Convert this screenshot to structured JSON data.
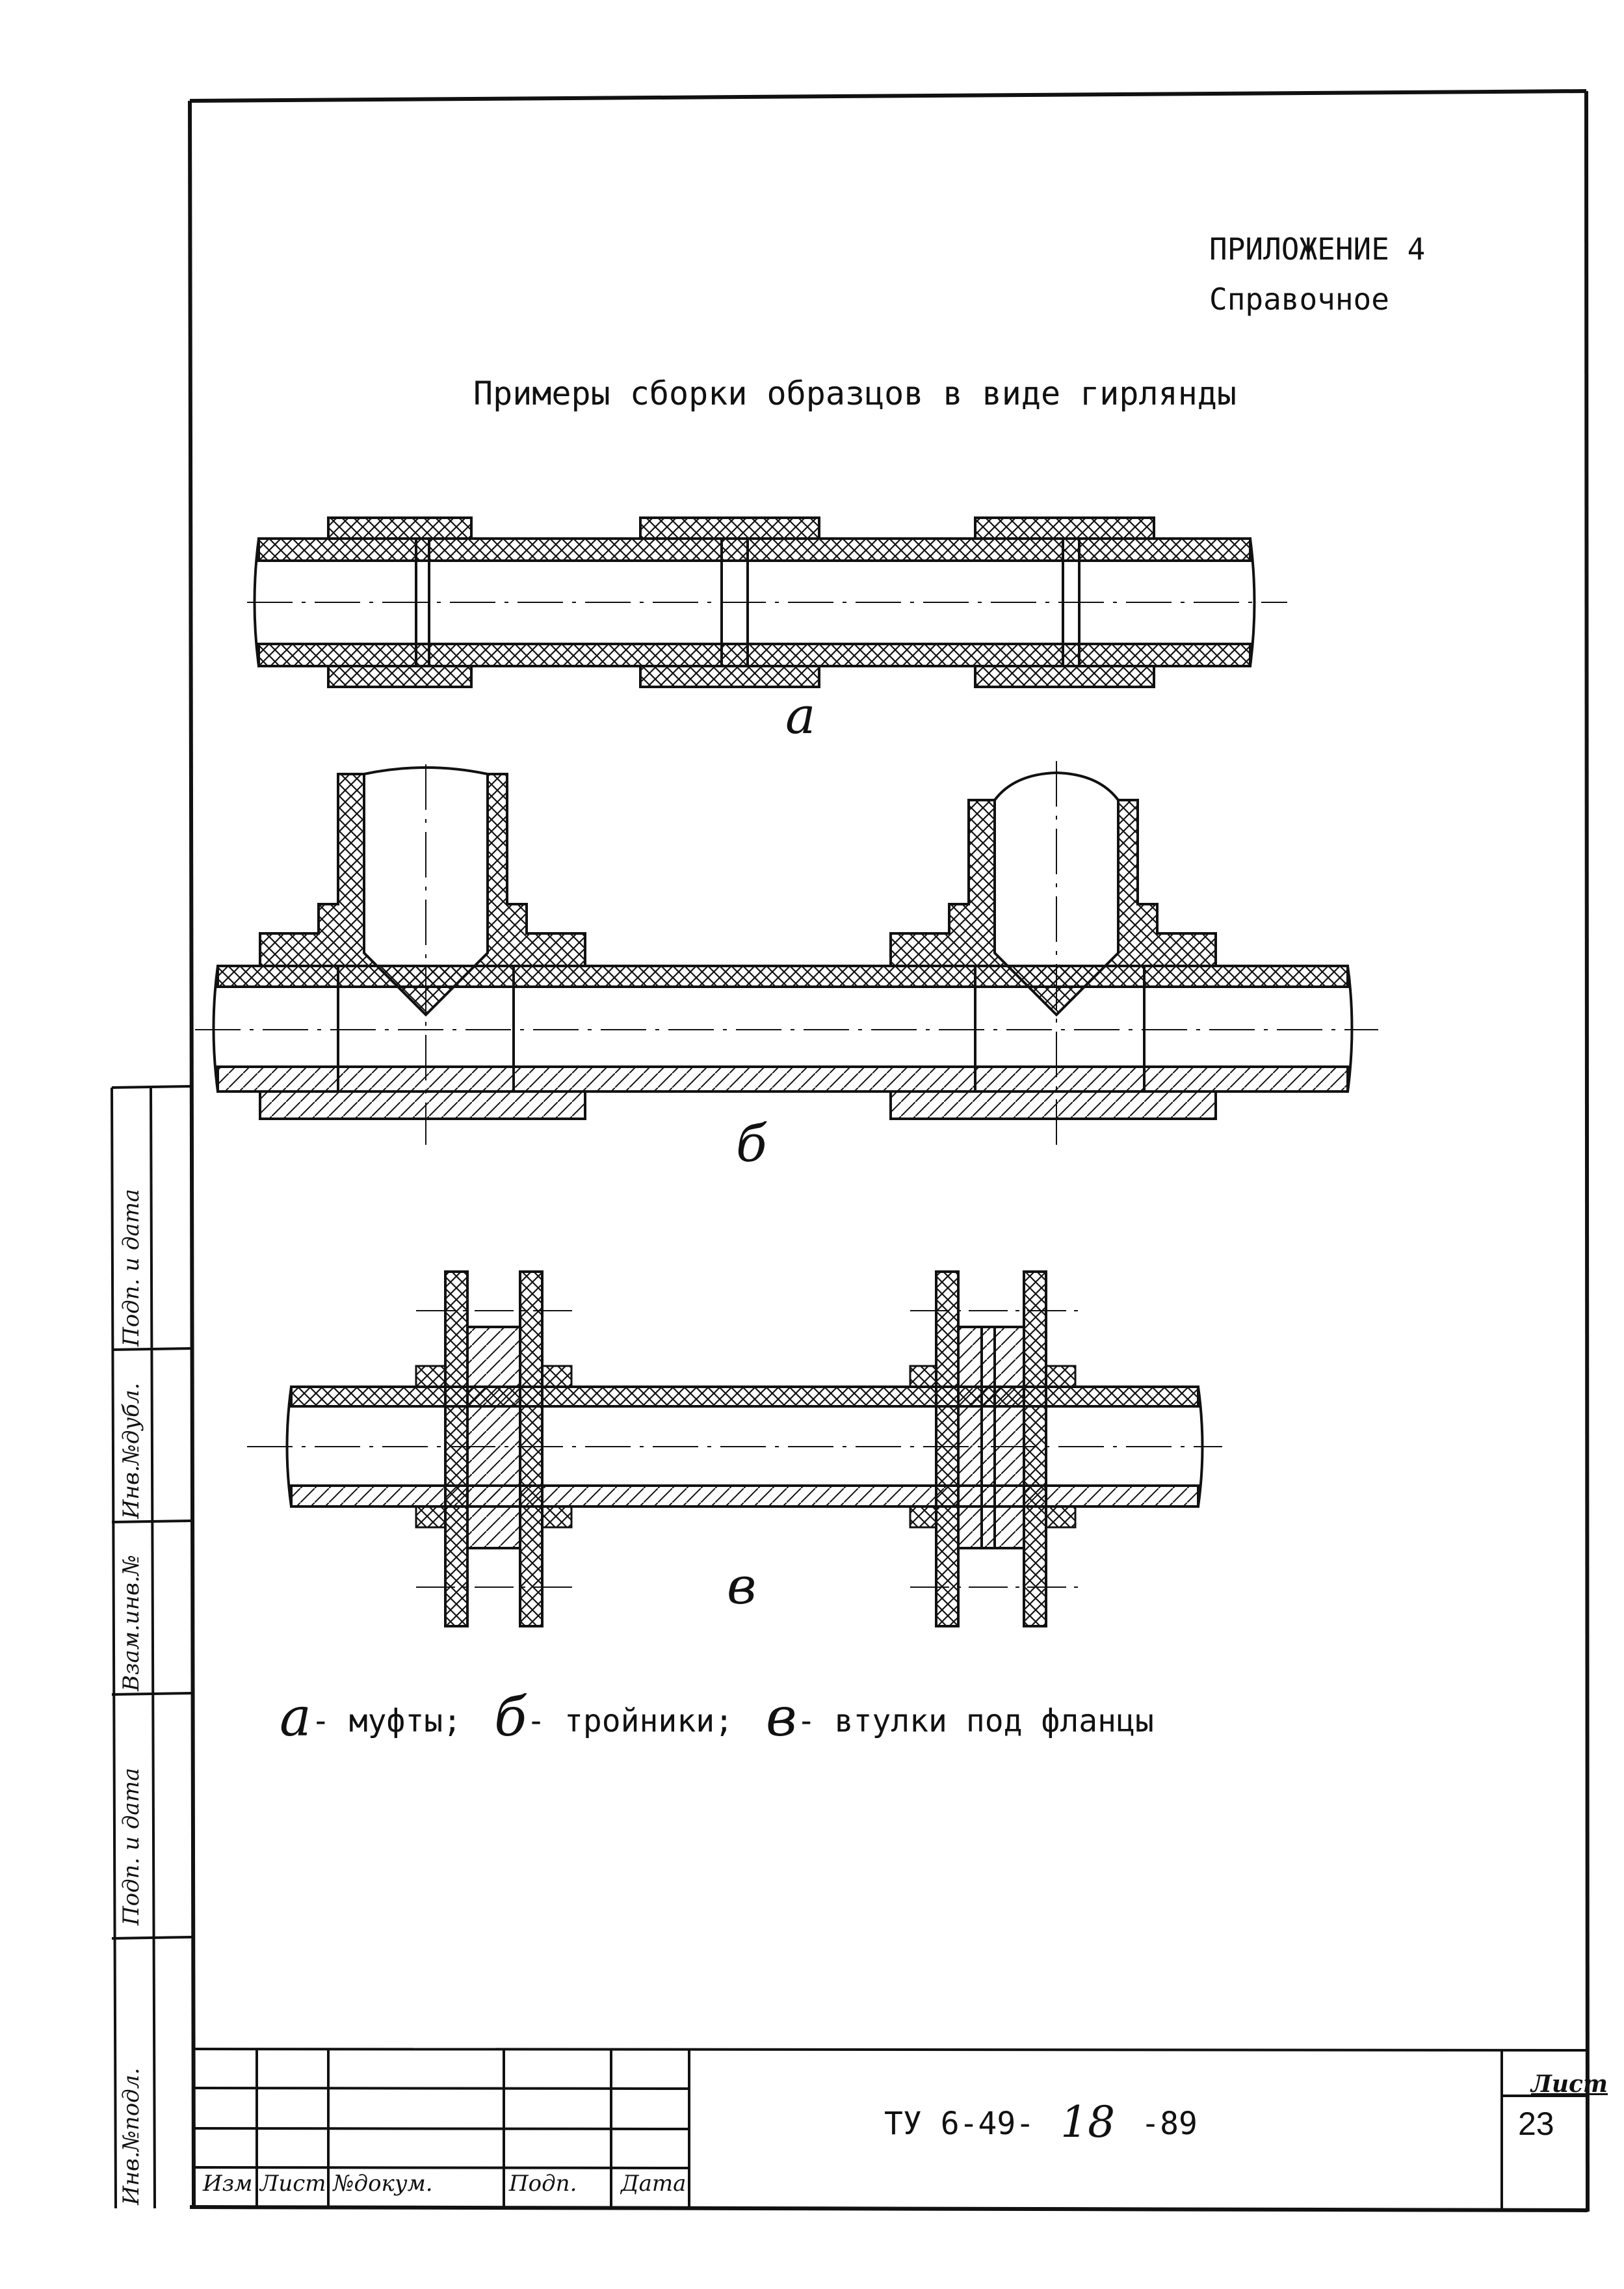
{
  "header": {
    "appendix": "ПРИЛОЖЕНИЕ 4",
    "appendix_type": "Справочное"
  },
  "title": "Примеры сборки образцов в виде гирлянды",
  "figures": {
    "a_label": "а",
    "b_label": "б",
    "v_label": "в"
  },
  "legend": {
    "a_letter": "а",
    "a_text": "- муфты;",
    "b_letter": "б",
    "b_text": "- тройники;",
    "v_letter": "в",
    "v_text": "- втулки под фланцы"
  },
  "title_block": {
    "doc_prefix": "ТУ 6-49-",
    "doc_number": "18",
    "doc_suffix": "-89",
    "sheet_label": "Лист",
    "sheet_number": "23",
    "col_change": "Изм",
    "col_sheet_doc": "Лист №докум.",
    "col_sign": "Подп.",
    "col_date": "Дата"
  },
  "side_stamp": {
    "inv_orig": "Инв.№подл.",
    "sign_date_1": "Подп. и дата",
    "replace_inv": "Взам.инв.№",
    "inv_dup": "Инв.№дубл.",
    "sign_date_2": "Подп. и дата"
  }
}
